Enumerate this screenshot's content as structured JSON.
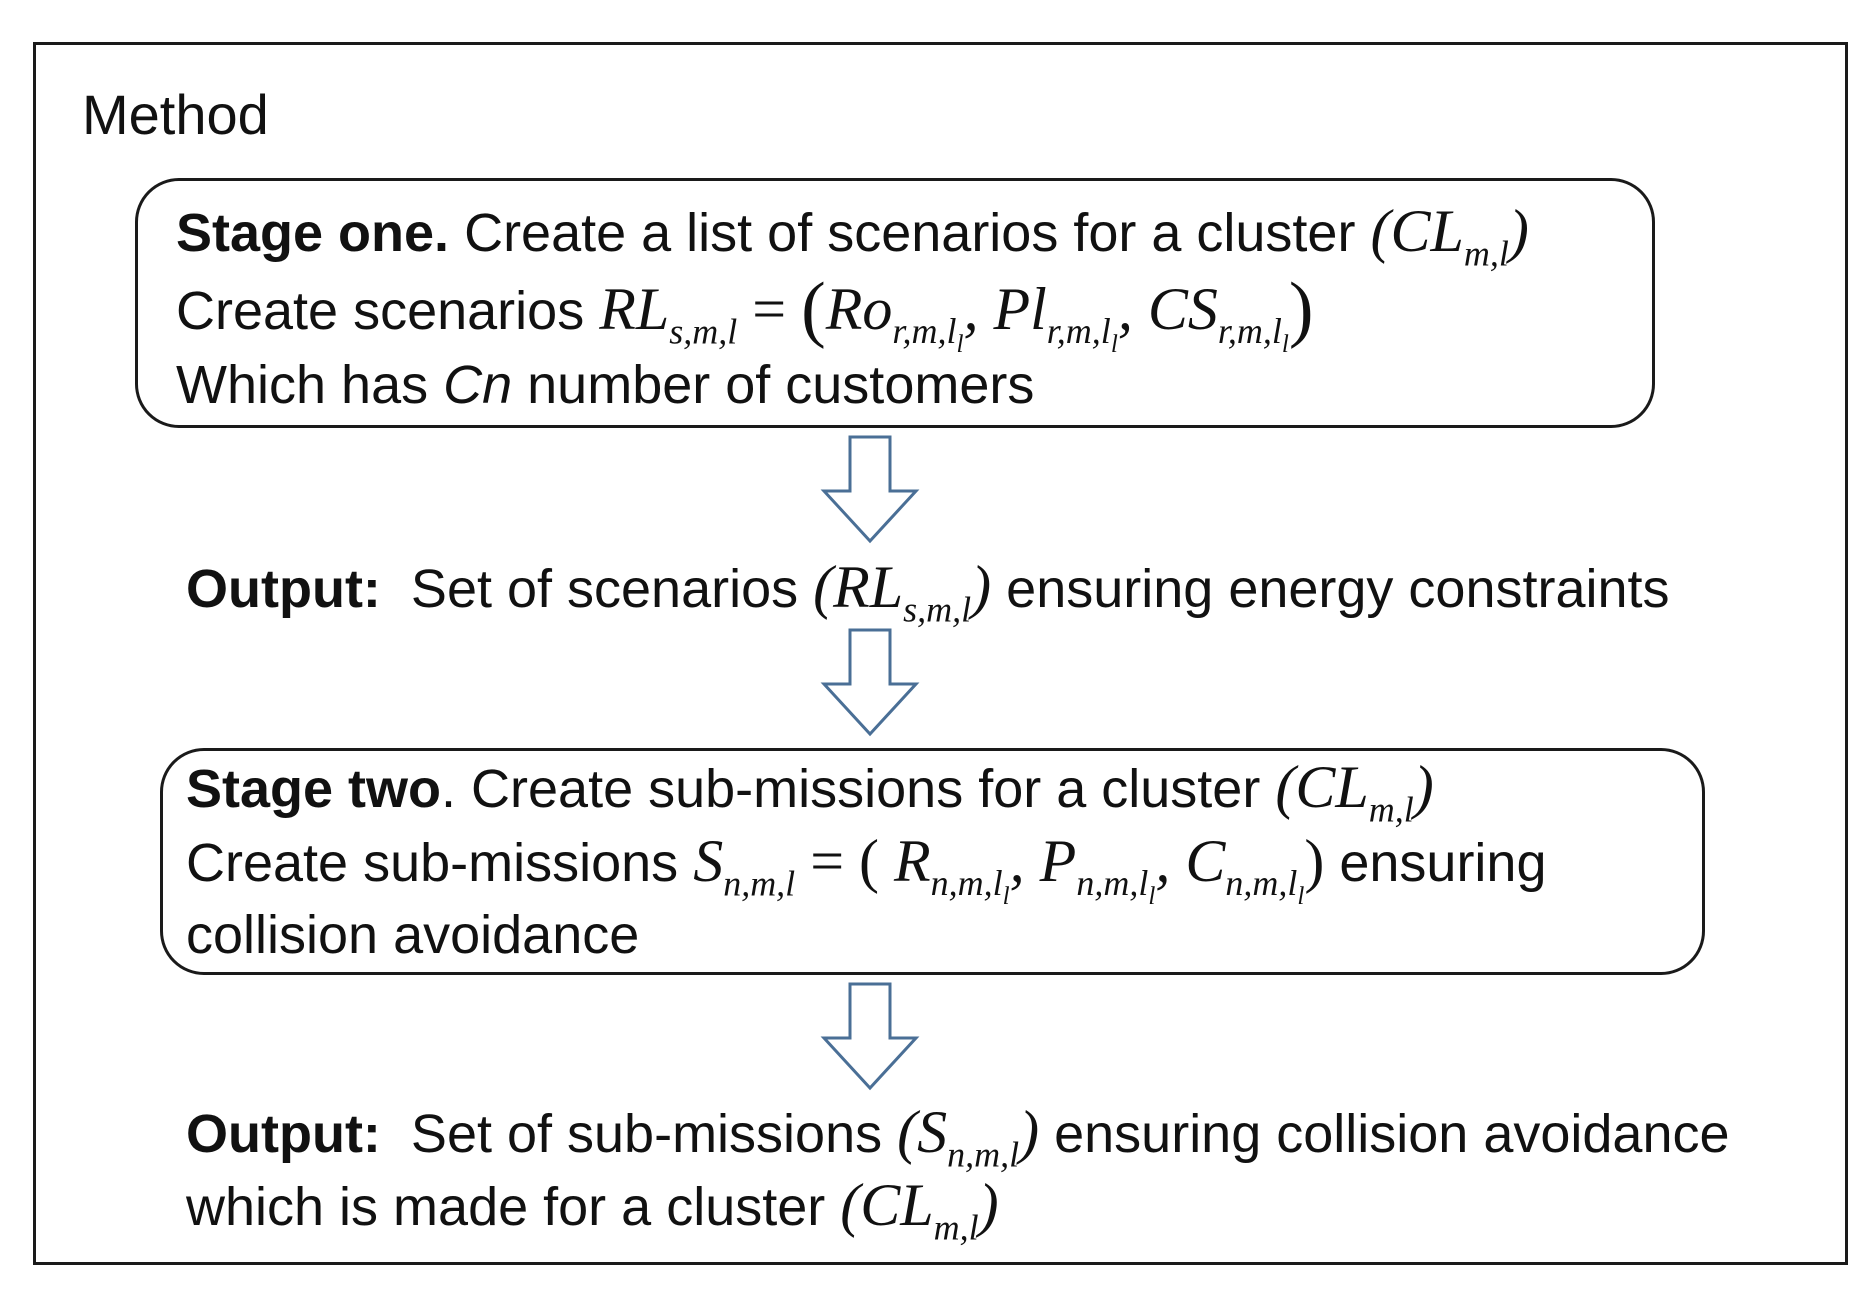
{
  "title": "Method",
  "stage_one": {
    "heading": "Stage one.",
    "line1_text": " Create a list of scenarios for a cluster",
    "line1_math": "CL",
    "line1_math_sub": "m,l",
    "line2_text": "Create scenarios",
    "line2_lhs": "RL",
    "line2_lhs_sub": "s,m,l",
    "line2_equals": " = ",
    "line2_t1": "Ro",
    "line2_t2": "Pl",
    "line2_t3": "CS",
    "line2_term_sub": "r,m,l",
    "line2_term_subsub": "l",
    "line3_pre": "Which has ",
    "line3_italic": "Cn",
    "line3_post": " number of customers"
  },
  "output_one": {
    "label": "Output:",
    "text_pre": "Set of scenarios",
    "math": "RL",
    "math_sub": "s,m,l",
    "text_post": "ensuring energy constraints"
  },
  "stage_two": {
    "heading": "Stage two",
    "line1_text": ". Create sub-missions for a cluster",
    "line1_math": "CL",
    "line1_math_sub": "m,l",
    "line2_text": "Create sub-missions",
    "line2_lhs": "S",
    "line2_lhs_sub": "n,m,l",
    "line2_equals": " = ",
    "line2_t1": "R",
    "line2_t2": "P",
    "line2_t3": "C",
    "line2_term_sub": "n,m,l",
    "line2_term_subsub": "l",
    "line2_post": " ensuring",
    "line3": "collision avoidance"
  },
  "output_two": {
    "label": "Output:",
    "line1_pre": "Set of sub-missions",
    "line1_math": "S",
    "line1_math_sub": "n,m,l",
    "line1_post": "ensuring collision avoidance",
    "line2_pre": "which is made for a cluster",
    "line2_math": "CL",
    "line2_math_sub": "m,l"
  },
  "colors": {
    "arrow_outline": "#4a6f96",
    "border": "#1a1a1a",
    "text": "#111111"
  }
}
